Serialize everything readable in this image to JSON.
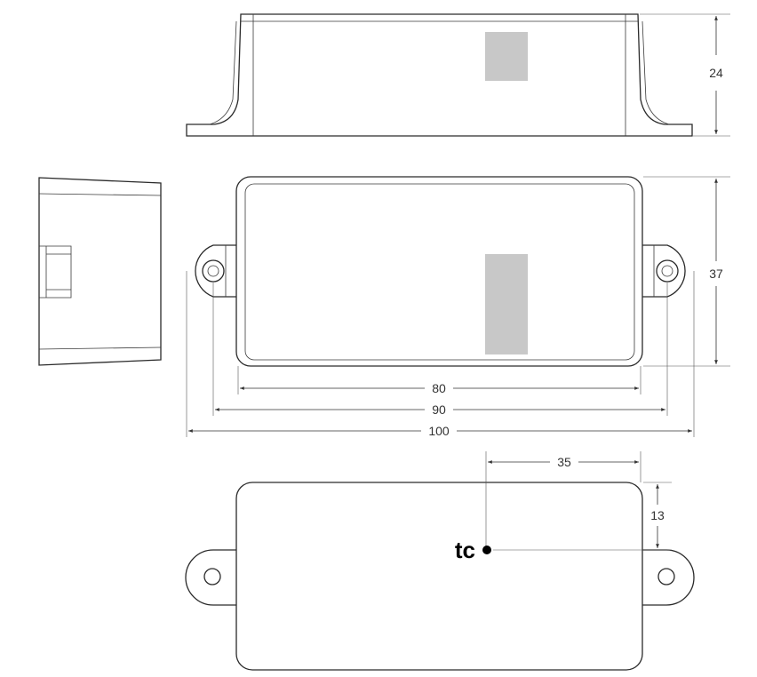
{
  "dimensions": {
    "height": "24",
    "width": "37",
    "inner_length": "80",
    "hole_spacing": "90",
    "overall_length": "100",
    "tc_x": "35",
    "tc_y": "13"
  },
  "tc_label": "tc",
  "colors": {
    "outline": "#2a2a2a",
    "label_patch": "#c8c8c8",
    "background": "#ffffff"
  }
}
